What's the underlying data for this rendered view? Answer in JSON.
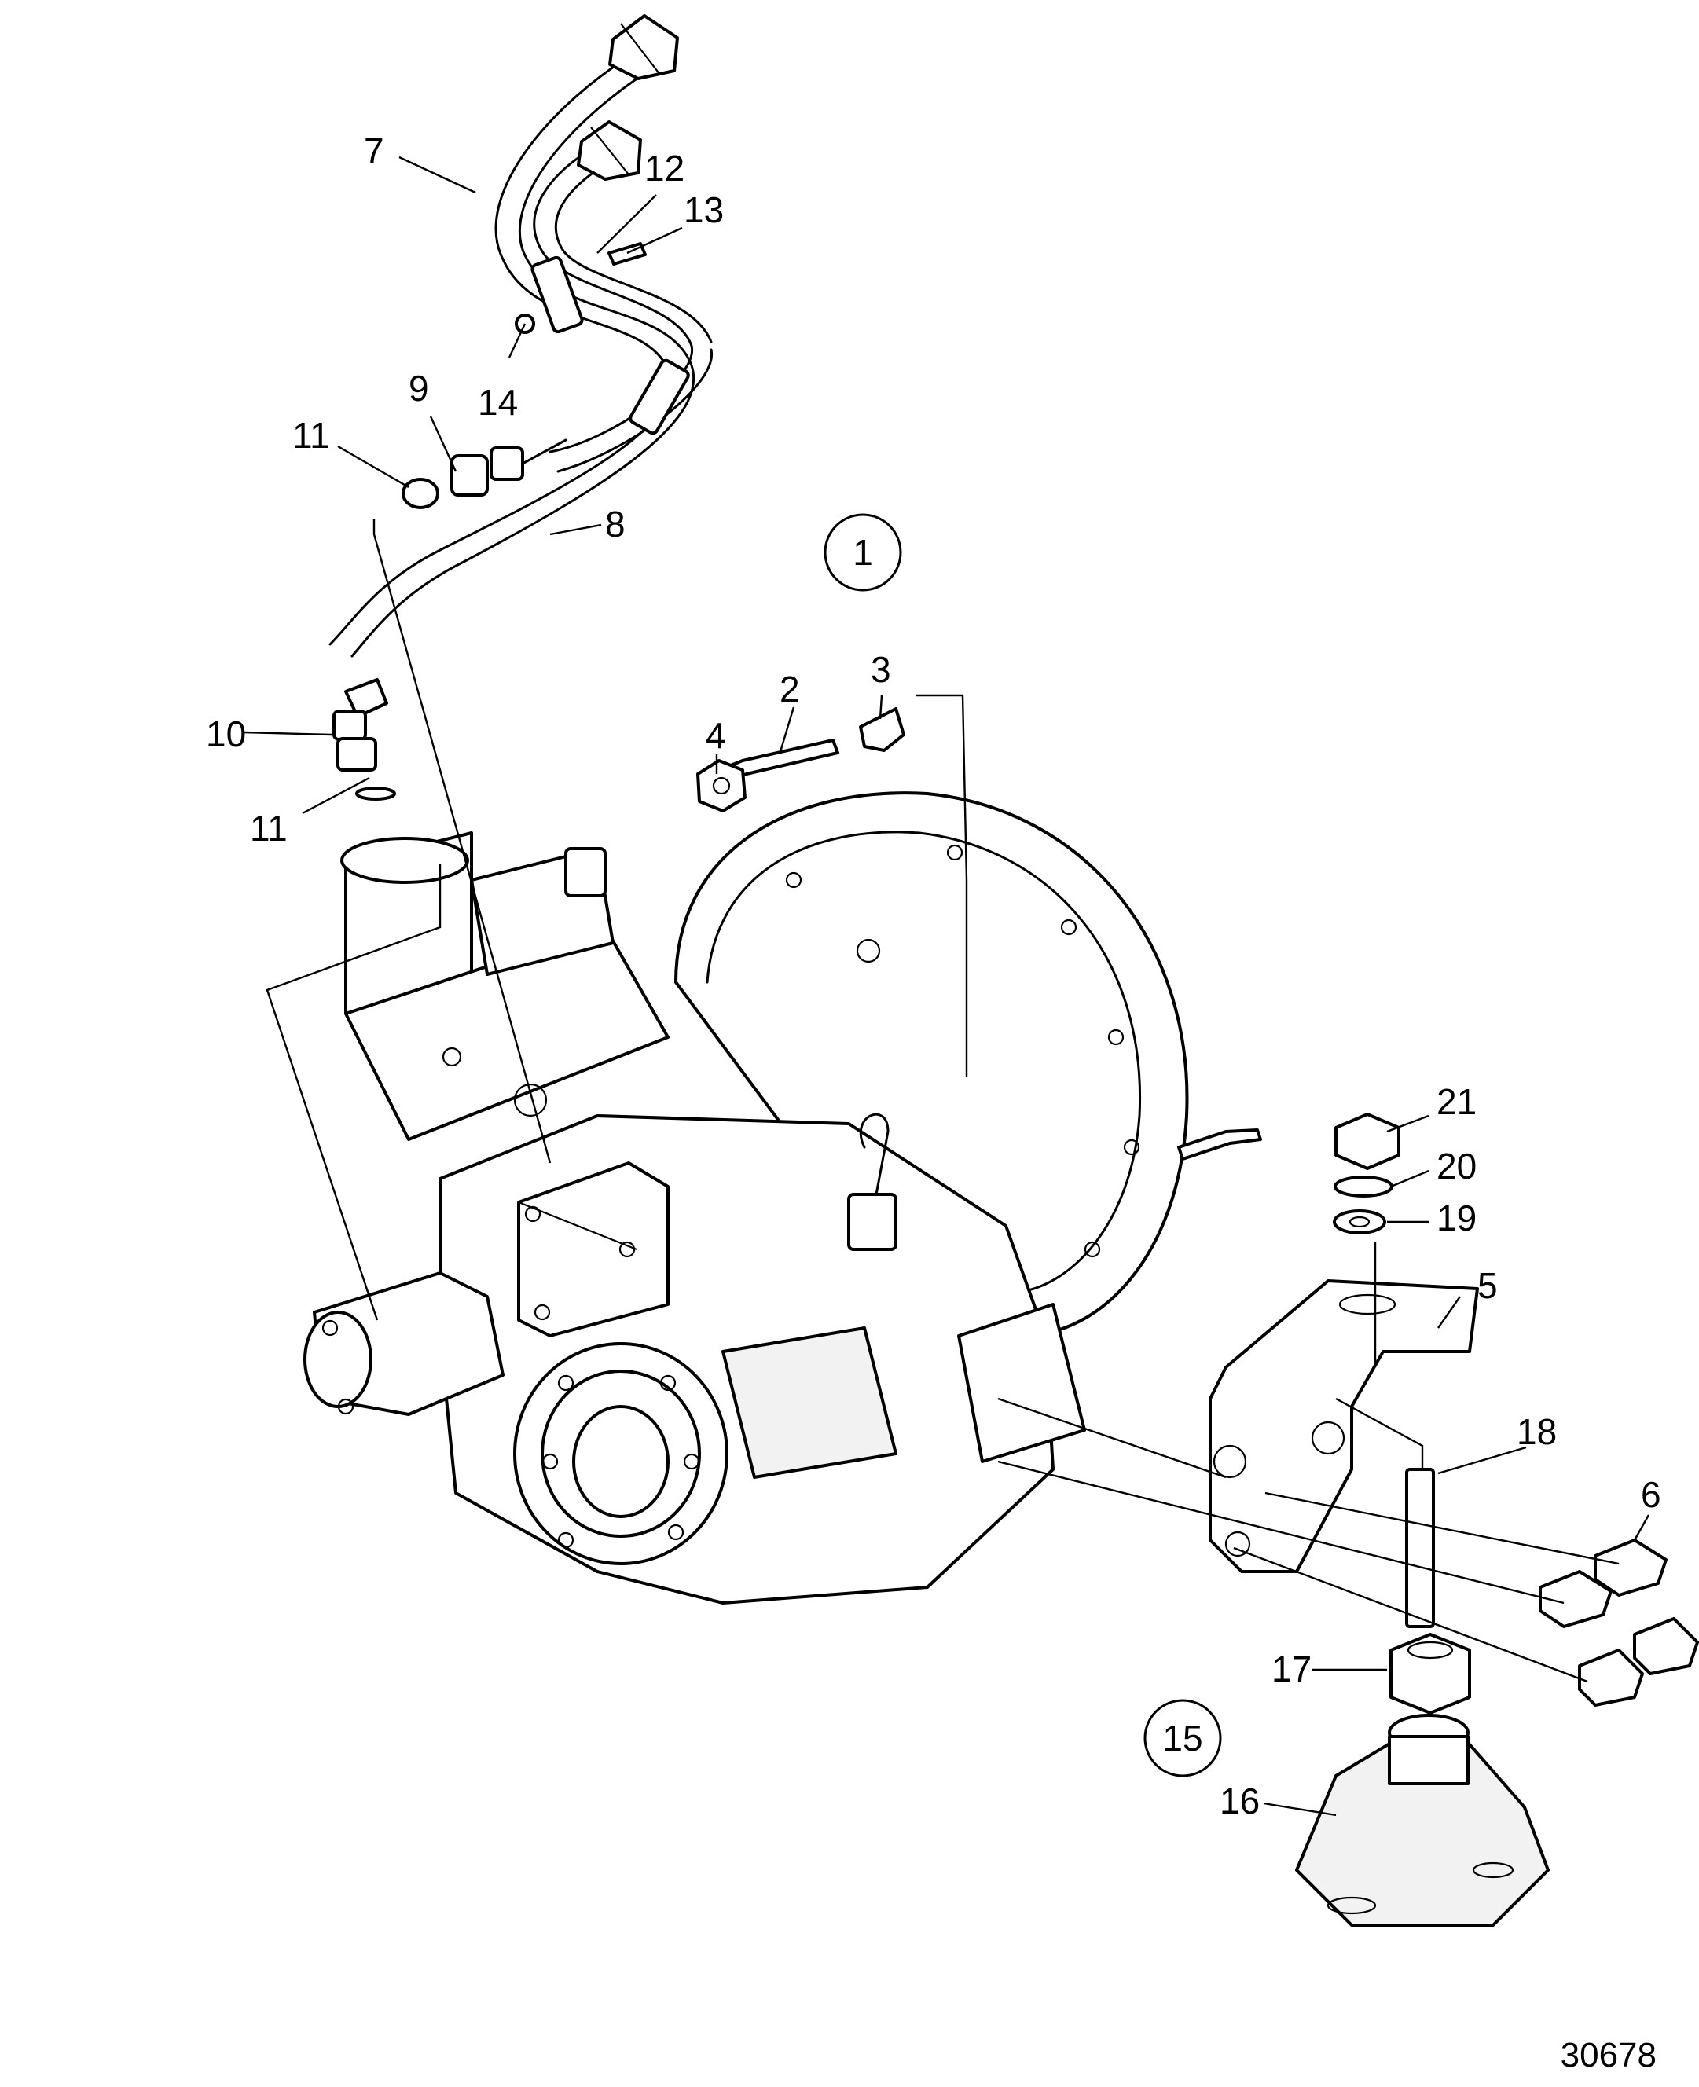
{
  "callouts": [
    {
      "id": "7",
      "label": "7"
    },
    {
      "id": "12",
      "label": "12"
    },
    {
      "id": "13",
      "label": "13"
    },
    {
      "id": "14",
      "label": "14"
    },
    {
      "id": "9",
      "label": "9"
    },
    {
      "id": "11a",
      "label": "11"
    },
    {
      "id": "8",
      "label": "8"
    },
    {
      "id": "10",
      "label": "10"
    },
    {
      "id": "11b",
      "label": "11"
    },
    {
      "id": "2",
      "label": "2"
    },
    {
      "id": "3",
      "label": "3"
    },
    {
      "id": "4",
      "label": "4"
    },
    {
      "id": "21",
      "label": "21"
    },
    {
      "id": "20",
      "label": "20"
    },
    {
      "id": "19",
      "label": "19"
    },
    {
      "id": "5",
      "label": "5"
    },
    {
      "id": "18",
      "label": "18"
    },
    {
      "id": "6",
      "label": "6"
    },
    {
      "id": "17",
      "label": "17"
    },
    {
      "id": "16",
      "label": "16"
    }
  ],
  "assemblies": [
    {
      "id": "1",
      "label": "1"
    },
    {
      "id": "15",
      "label": "15"
    }
  ],
  "reference_number": "30678"
}
